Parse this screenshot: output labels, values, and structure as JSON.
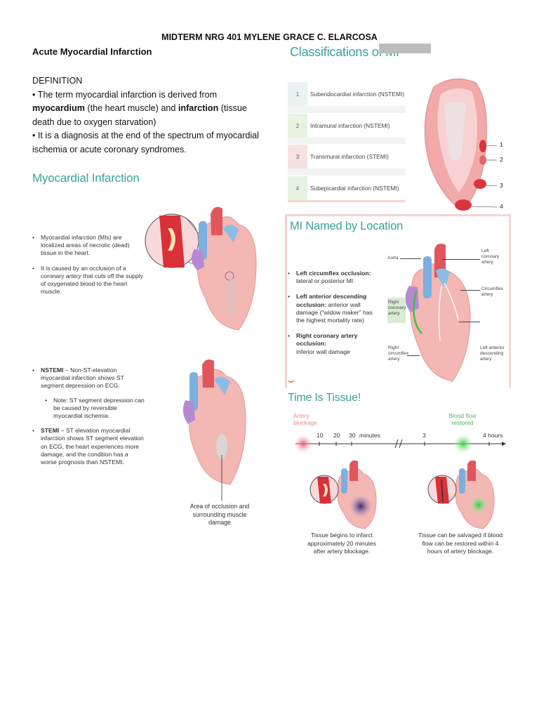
{
  "header": {
    "title": "MIDTERM NRG 401 MYLENE GRACE C. ELARCOSA"
  },
  "topic": "Acute Myocardial Infarction",
  "definition": {
    "heading": "DEFINITION",
    "p1_a": "• The term myocardial infarction is derived from ",
    "p1_b": "myocardium",
    "p1_c": " (the heart muscle) and ",
    "p1_d": "infarction",
    "p1_e": " (tissue death due to oxygen starvation)",
    "p2": "• It is a diagnosis at the end of the spectrum of myocardial ischemia or acute coronary syndromes."
  },
  "mi_panel": {
    "title": "Myocardial Infarction",
    "bullet1": "Myocardial infarction (MIs) are localized areas of necrotic (dead) tissue in the heart.",
    "bullet2_a": "It is caused by an occlusion of a coronary ",
    "bullet2_b": "artery",
    "bullet2_c": " that cuts off the supply of oxygenated blood to the heart muscle."
  },
  "stemi_panel": {
    "nstemi_label": "NSTEMI",
    "nstemi_text": " – Non-ST-elevation myocardial infarction shows ST segment depression on ECG.",
    "note": "Note: ST segment depression can be caused by reversible myocardial ischemia.",
    "stemi_label": "STEMI",
    "stemi_text": " – ST elevation myocardial infarction shows ST segment elevation on ECG, the heart experiences more damage, and the condition has a worse prognosis than NSTEMI.",
    "caption": "Area of occlusion and surrounding muscle damage"
  },
  "classifications": {
    "title": "Classifications of MI",
    "rows": [
      {
        "num": "1",
        "label": "Subendocardial infarction (NSTEMI)",
        "color": "#e9f4f2"
      },
      {
        "num": "2",
        "label": "Intramural infarction (NSTEMI)",
        "color": "#e6f3e2"
      },
      {
        "num": "3",
        "label": "Transmural infarction (STEMI)",
        "color": "#f6e2e2"
      },
      {
        "num": "4",
        "label": "Subepicardial infarction (NSTEMI)",
        "color": "#e6f3e2"
      }
    ],
    "callouts": [
      "1",
      "2",
      "3",
      "4"
    ]
  },
  "location": {
    "title": "MI Named by Location",
    "lcx_label": "Left circumflex occlusion:",
    "lcx_text": "lateral or posterior MI",
    "lad_label": "Left anterior descending occlusion:",
    "lad_text": " anterior wall damage (\"widow maker\" has the highest mortality rate)",
    "rca_label": "Right coronary artery occlusion:",
    "rca_text": "inferior wall damage",
    "aorta": "Aorta",
    "left_coronary": "Left coronary artery",
    "circumflex": "Circumflex artery",
    "lad_artery": "Left anterior descending artery",
    "right_coronary": "Right coronary artery",
    "right_circumflex": "Right circumflex artery"
  },
  "timeline": {
    "title": "Time Is Tissue!",
    "artery_blockage": "Artery blockage",
    "blood_flow": "Blood flow restored",
    "ticks": [
      "10",
      "20",
      "30",
      "minutes",
      "3",
      "4 hours"
    ],
    "caption_left": "Tissue begins to infarct approximately 20 minutes after artery blockage.",
    "caption_right": "Tissue can be salvaged if blood flow can be restored within 4 hours of artery blockage."
  },
  "colors": {
    "teal": "#3aa39a",
    "heart": "#f2b3b3",
    "aorta": "#e0565c",
    "vessel_blue": "#6aaee0",
    "vessel_purple": "#a07bc8",
    "green": "#3fc04a"
  }
}
